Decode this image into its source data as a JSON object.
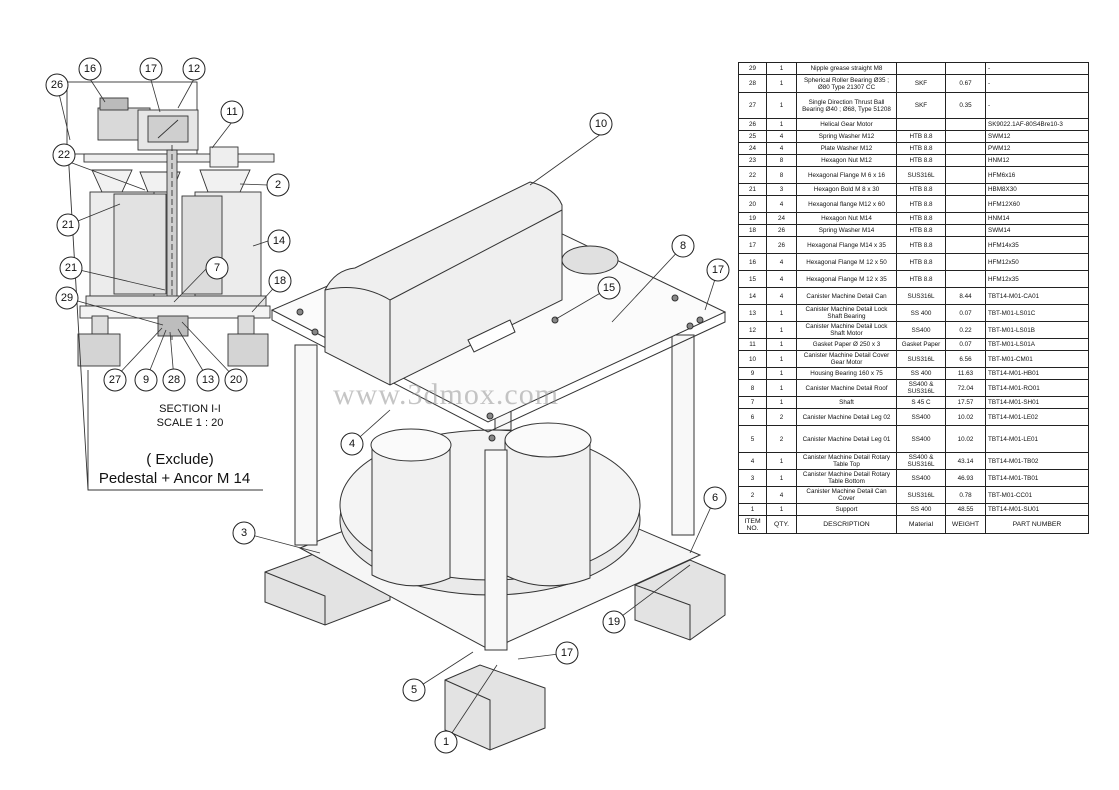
{
  "balloons": [
    "1",
    "2",
    "3",
    "4",
    "5",
    "6",
    "7",
    "8",
    "9",
    "10",
    "11",
    "12",
    "13",
    "14",
    "15",
    "16",
    "17",
    "18",
    "19",
    "20",
    "21",
    "22",
    "26",
    "27",
    "28",
    "29"
  ],
  "section": {
    "title": "SECTION I-I",
    "scale": "SCALE 1 : 20",
    "exclude": "( Exclude)",
    "note": "Pedestal + Ancor M 14"
  },
  "watermark": "www.3dmox.com",
  "bom": {
    "headers": {
      "item": "ITEM NO.",
      "qty": "QTY.",
      "description": "DESCRIPTION",
      "material": "Material",
      "weight": "WEIGHT",
      "part_number": "PART NUMBER"
    },
    "rows": [
      {
        "item": "29",
        "qty": "1",
        "description": "Nipple grease straight M8",
        "material": "",
        "weight": "",
        "part_number": "-"
      },
      {
        "item": "28",
        "qty": "1",
        "description": "Spherical Roller Bearing Ø35 ; Ø80 Type 21307 CC",
        "material": "SKF",
        "weight": "0.67",
        "part_number": "-"
      },
      {
        "item": "27",
        "qty": "1",
        "description": "Single Direction Thrust Ball Bearing Ø40 ; Ø68, Type 51208",
        "material": "SKF",
        "weight": "0.35",
        "part_number": "-"
      },
      {
        "item": "26",
        "qty": "1",
        "description": "Helical Gear Motor",
        "material": "",
        "weight": "",
        "part_number": "SK9022.1AF-80S4Bre10-3"
      },
      {
        "item": "25",
        "qty": "4",
        "description": "Spring Washer M12",
        "material": "HTB 8.8",
        "weight": "",
        "part_number": "SWM12"
      },
      {
        "item": "24",
        "qty": "4",
        "description": "Plate Washer M12",
        "material": "HTB 8.8",
        "weight": "",
        "part_number": "PWM12"
      },
      {
        "item": "23",
        "qty": "8",
        "description": "Hexagon Nut M12",
        "material": "HTB 8.8",
        "weight": "",
        "part_number": "HNM12"
      },
      {
        "item": "22",
        "qty": "8",
        "description": "Hexagonal Flange M 6 x 16",
        "material": "SUS316L",
        "weight": "",
        "part_number": "HFM6x16"
      },
      {
        "item": "21",
        "qty": "3",
        "description": "Hexagon Bold M 8 x 30",
        "material": "HTB 8.8",
        "weight": "",
        "part_number": "HBM8X30"
      },
      {
        "item": "20",
        "qty": "4",
        "description": "Hexagonal flange M12 x 60",
        "material": "HTB 8.8",
        "weight": "",
        "part_number": "HFM12X60"
      },
      {
        "item": "19",
        "qty": "24",
        "description": "Hexagon Nut M14",
        "material": "HTB 8.8",
        "weight": "",
        "part_number": "HNM14"
      },
      {
        "item": "18",
        "qty": "26",
        "description": "Spring Washer M14",
        "material": "HTB 8.8",
        "weight": "",
        "part_number": "SWM14"
      },
      {
        "item": "17",
        "qty": "26",
        "description": "Hexagonal Flange M14 x 35",
        "material": "HTB 8.8",
        "weight": "",
        "part_number": "HFM14x35"
      },
      {
        "item": "16",
        "qty": "4",
        "description": "Hexagonal Flange M 12 x 50",
        "material": "HTB 8.8",
        "weight": "",
        "part_number": "HFM12x50"
      },
      {
        "item": "15",
        "qty": "4",
        "description": "Hexagonal Flange M 12 x 35",
        "material": "HTB 8.8",
        "weight": "",
        "part_number": "HFM12x35"
      },
      {
        "item": "14",
        "qty": "4",
        "description": "Canister Machine Detail Can",
        "material": "SUS316L",
        "weight": "8.44",
        "part_number": "TBT14-M01-CA01"
      },
      {
        "item": "13",
        "qty": "1",
        "description": "Canister Machine Detail Lock Shaft Bearing",
        "material": "SS 400",
        "weight": "0.07",
        "part_number": "TBT-M01-LS01C"
      },
      {
        "item": "12",
        "qty": "1",
        "description": "Canister Machine Detail Lock Shaft Motor",
        "material": "SS400",
        "weight": "0.22",
        "part_number": "TBT-M01-LS01B"
      },
      {
        "item": "11",
        "qty": "1",
        "description": "Gasket Paper Ø 250 x 3",
        "material": "Gasket Paper",
        "weight": "0.07",
        "part_number": "TBT-M01-LS01A"
      },
      {
        "item": "10",
        "qty": "1",
        "description": "Canister Machine Detail Cover Gear Motor",
        "material": "SUS316L",
        "weight": "6.56",
        "part_number": "TBT-M01-CM01"
      },
      {
        "item": "9",
        "qty": "1",
        "description": "Housing Bearing 160 x 75",
        "material": "SS 400",
        "weight": "11.63",
        "part_number": "TBT14-M01-HB01"
      },
      {
        "item": "8",
        "qty": "1",
        "description": "Canister Machine Detail Roof",
        "material": "SS400 & SUS316L",
        "weight": "72.04",
        "part_number": "TBT14-M01-RO01"
      },
      {
        "item": "7",
        "qty": "1",
        "description": "Shaft",
        "material": "S 45 C",
        "weight": "17.57",
        "part_number": "TBT14-M01-SH01"
      },
      {
        "item": "6",
        "qty": "2",
        "description": "Canister Machine Detail Leg 02",
        "material": "SS400",
        "weight": "10.02",
        "part_number": "TBT14-M01-LE02"
      },
      {
        "item": "5",
        "qty": "2",
        "description": "Canister Machine Detail Leg 01",
        "material": "SS400",
        "weight": "10.02",
        "part_number": "TBT14-M01-LE01"
      },
      {
        "item": "4",
        "qty": "1",
        "description": "Canister Machine Detail Rotary Table Top",
        "material": "SS400 & SUS316L",
        "weight": "43.14",
        "part_number": "TBT14-M01-TB02"
      },
      {
        "item": "3",
        "qty": "1",
        "description": "Canister Machine Detail Rotary Table Bottom",
        "material": "SS400",
        "weight": "46.93",
        "part_number": "TBT14-M01-TB01"
      },
      {
        "item": "2",
        "qty": "4",
        "description": "Canister Machine Detail Can Cover",
        "material": "SUS316L",
        "weight": "0.78",
        "part_number": "TBT-M01-CC01"
      },
      {
        "item": "1",
        "qty": "1",
        "description": "Support",
        "material": "SS 400",
        "weight": "48.55",
        "part_number": "TBT14-M01-SU01"
      }
    ]
  }
}
